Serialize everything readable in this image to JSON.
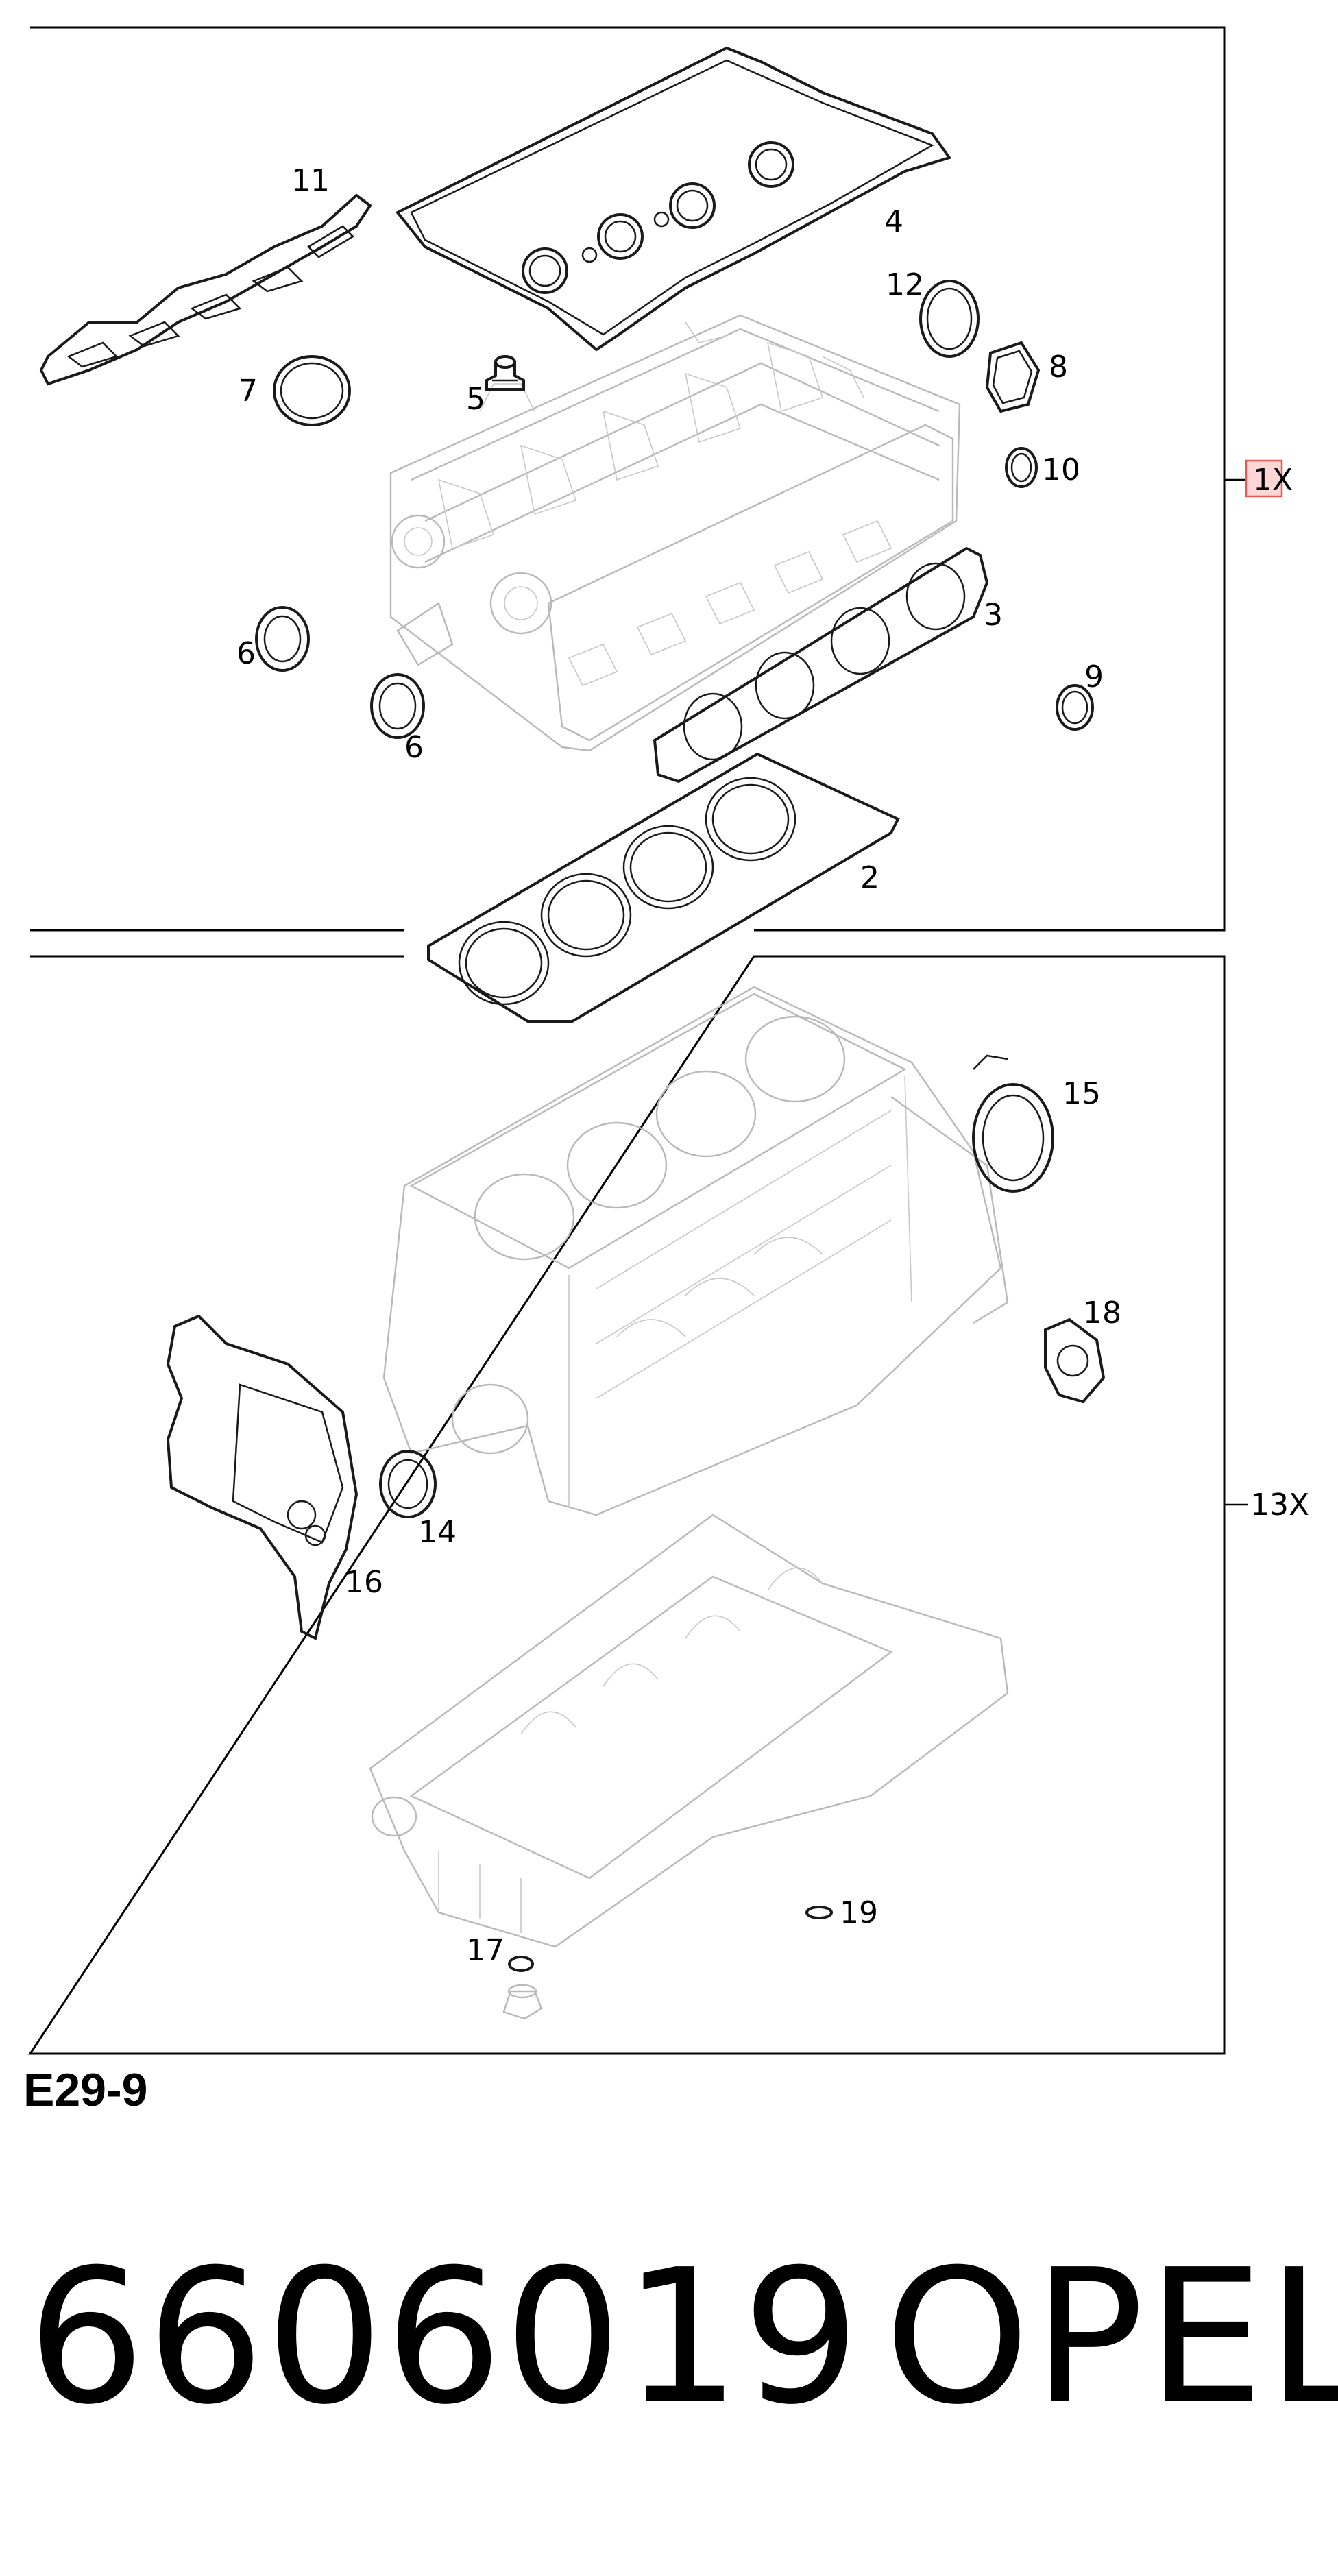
{
  "diagram": {
    "top_group": {
      "quantity_label": "1X",
      "callouts": [
        "11",
        "4",
        "12",
        "8",
        "7",
        "5",
        "10",
        "6",
        "3",
        "9",
        "6",
        "2"
      ]
    },
    "bottom_group": {
      "quantity_label": "13X",
      "callouts": [
        "15",
        "18",
        "14",
        "16",
        "19",
        "17"
      ]
    }
  },
  "footer": {
    "diagram_code": "E29-9",
    "part_number": "6606019",
    "brand": "OPEL"
  }
}
